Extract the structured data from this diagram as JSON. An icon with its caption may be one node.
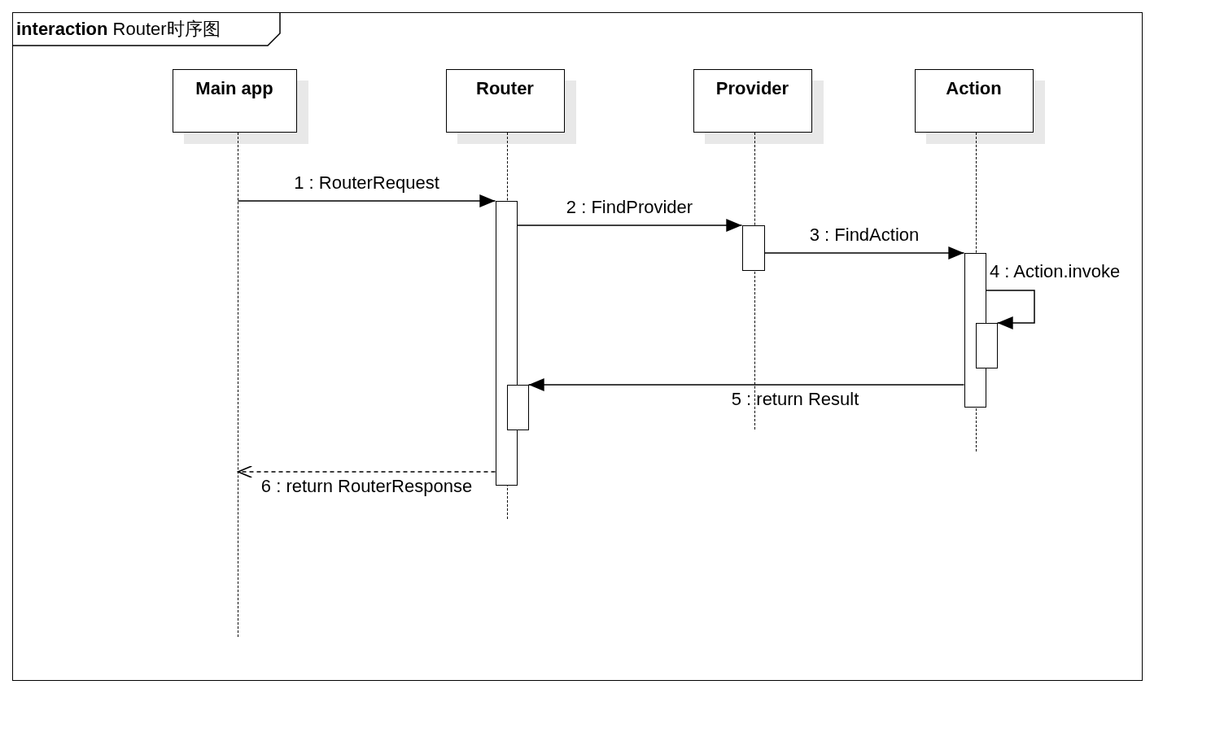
{
  "diagram": {
    "nodes": [
      {
        "text": [
          "**interaction** Router时序图"
        ]
      },
      {
        "text": [
          "Main app"
        ],
        "in": 0
      },
      {
        "text": [
          "Router"
        ],
        "in": 0
      },
      {
        "text": [
          "Provider"
        ],
        "in": 0
      },
      {
        "text": [
          "Action"
        ],
        "in": 0
      },
      {
        "text": [],
        "shape": "line",
        "in": 0
      },
      {
        "text": [],
        "shape": "line",
        "in": 0
      },
      {
        "text": [],
        "shape": "line",
        "in": 0
      },
      {
        "text": [],
        "shape": "line",
        "in": 0
      },
      {
        "text": [],
        "shape": "bar",
        "in": 0
      },
      {
        "text": [],
        "shape": "bar",
        "in": 0
      },
      {
        "text": [],
        "shape": "bar",
        "in": 0
      },
      {
        "text": [],
        "shape": "bar",
        "in": 0
      },
      {
        "text": [],
        "shape": "bar",
        "in": 0
      }
    ],
    "edges": [
      {
        "from": 5,
        "to": 9,
        "arrow": "to",
        "label": "1 : RouterRequest"
      },
      {
        "from": 9,
        "to": 10,
        "arrow": "to",
        "label": "2 : FindProvider"
      },
      {
        "from": 10,
        "to": 11,
        "arrow": "to",
        "label": "3 : FindAction"
      },
      {
        "from": 11,
        "to": 12,
        "arrow": "to",
        "label": "4 : Action.invoke"
      },
      {
        "from": 11,
        "to": 13,
        "arrow": "to",
        "label": "5 : return Result"
      },
      {
        "from": 9,
        "to": 5,
        "arrow": "to",
        "label": "6 : return RouterResponse",
        "style": "dashed"
      }
    ]
  }
}
